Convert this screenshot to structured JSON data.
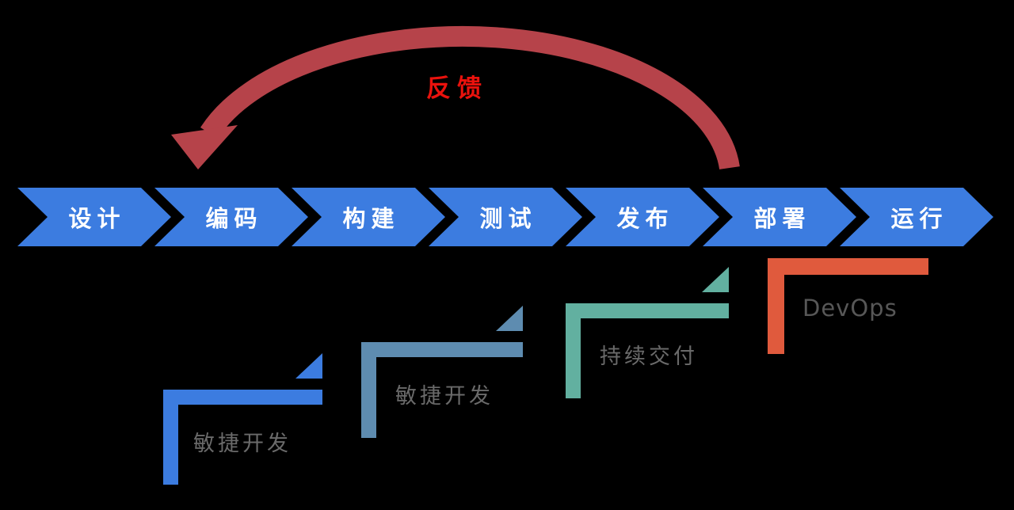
{
  "background_color": "#000000",
  "flow": {
    "chevron_color": "#3c7ce0",
    "text_color": "#ffffff",
    "stages": [
      {
        "label": "设计"
      },
      {
        "label": "编码"
      },
      {
        "label": "构建"
      },
      {
        "label": "测试"
      },
      {
        "label": "发布"
      },
      {
        "label": "部署"
      },
      {
        "label": "运行"
      }
    ]
  },
  "feedback": {
    "label": "反馈",
    "text_color": "#ea120d",
    "arrow_color": "#b6434a"
  },
  "brackets": [
    {
      "label": "敏捷开发",
      "color": "#3c7ce0",
      "label_color": "#6a6a6a"
    },
    {
      "label": "敏捷开发",
      "color": "#5e8cb0",
      "label_color": "#6a6a6a"
    },
    {
      "label": "持续交付",
      "color": "#62b0a0",
      "label_color": "#6a6a6a"
    },
    {
      "label": "DevOps",
      "color": "#e05a3d",
      "label_color": "#575757"
    }
  ]
}
